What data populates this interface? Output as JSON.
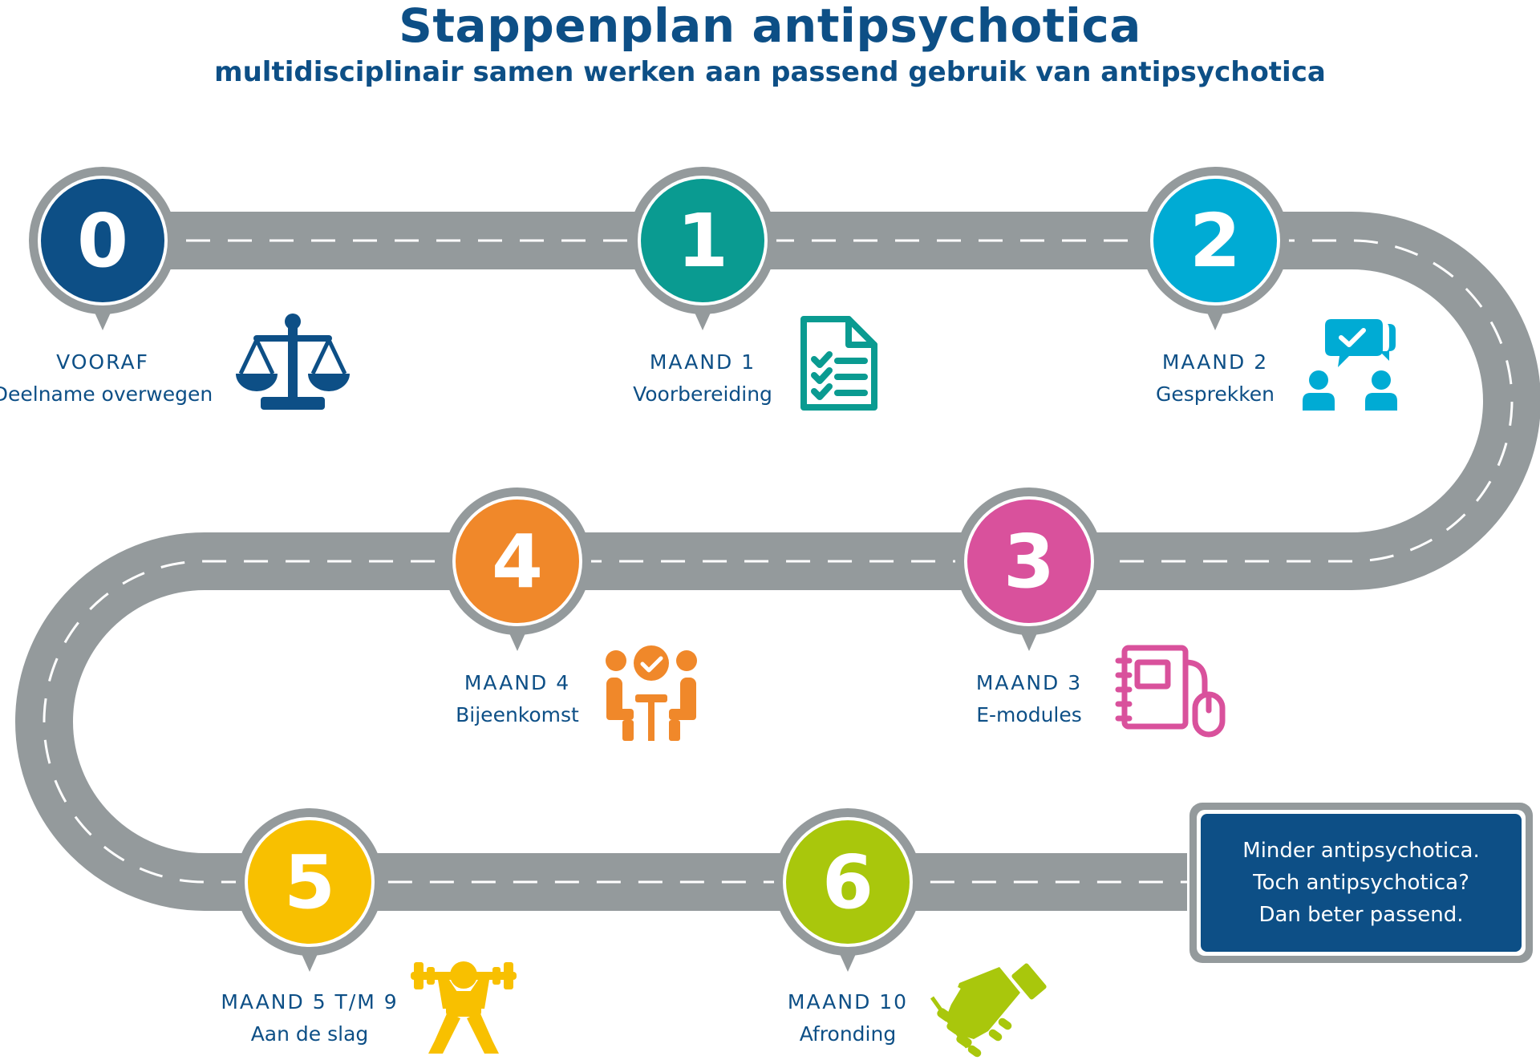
{
  "header": {
    "title": "Stappenplan antipsychotica",
    "subtitle": "multidisciplinair samen werken aan passend gebruik van antipsychotica"
  },
  "steps": [
    {
      "number": "0",
      "month": "VOORAF",
      "name": "Deelname overwegen",
      "icon": "scale-icon",
      "color": "#0d4f86"
    },
    {
      "number": "1",
      "month": "MAAND 1",
      "name": "Voorbereiding",
      "icon": "checklist-document-icon",
      "color": "#0a9b91"
    },
    {
      "number": "2",
      "month": "MAAND 2",
      "name": "Gesprekken",
      "icon": "conversation-icon",
      "color": "#00abd4"
    },
    {
      "number": "3",
      "month": "MAAND 3",
      "name": "E-modules",
      "icon": "notebook-mouse-icon",
      "color": "#d9519c"
    },
    {
      "number": "4",
      "month": "MAAND 4",
      "name": "Bijeenkomst",
      "icon": "meeting-icon",
      "color": "#f0882a"
    },
    {
      "number": "5",
      "month": "MAAND 5 T/M 9",
      "name": "Aan de slag",
      "icon": "weightlifter-icon",
      "color": "#f8c000"
    },
    {
      "number": "6",
      "month": "MAAND 10",
      "name": "Afronding",
      "icon": "handshake-icon",
      "color": "#a9c70c"
    }
  ],
  "result": {
    "lines": [
      "Minder antipsychotica.",
      "Toch antipsychotica?",
      "Dan beter passend."
    ],
    "color": "#0d4f86"
  },
  "colors": {
    "road": "#949a9c",
    "road_lines": "#ffffff",
    "pin_border": "#949a9c"
  }
}
